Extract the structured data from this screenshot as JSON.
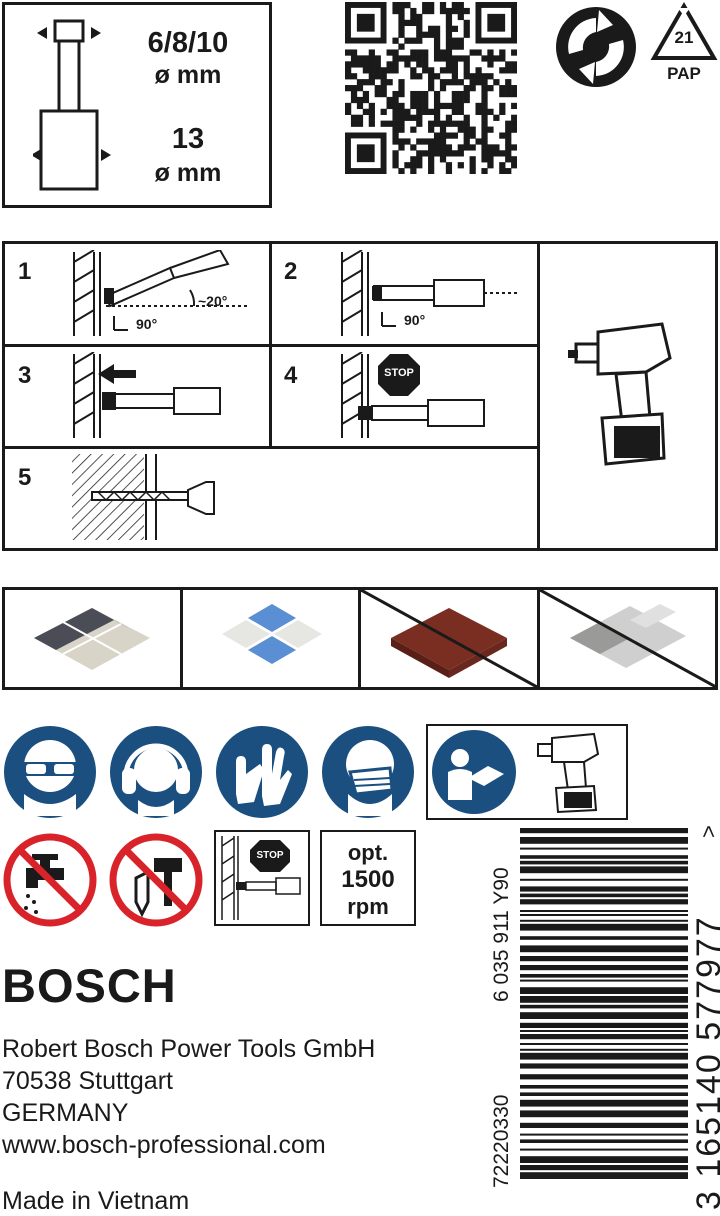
{
  "shank": {
    "sizes": "6/8/10",
    "sizes_unit": "ø mm",
    "diameter": "13",
    "diameter_unit": "ø mm"
  },
  "recycle": {
    "code": "21",
    "label": "PAP"
  },
  "steps": {
    "step1": {
      "num": "1",
      "angle": "~20°",
      "right_angle": "90°"
    },
    "step2": {
      "num": "2",
      "right_angle": "90°"
    },
    "step3": {
      "num": "3"
    },
    "step4": {
      "num": "4",
      "stop": "STOP"
    },
    "step5": {
      "num": "5"
    }
  },
  "small_stop": "STOP",
  "speed": {
    "line1": "opt.",
    "line2": "1500",
    "line3": "rpm"
  },
  "barcode": {
    "article_number": "6 035 911 Y90",
    "internal_code": "72220330",
    "ean": "3 165140 577977",
    "ean_marker": ">"
  },
  "brand": "BOSCH",
  "address": {
    "company": "Robert Bosch Power Tools GmbH",
    "city": "70538 Stuttgart",
    "country": "GERMANY",
    "website": "www.bosch-professional.com"
  },
  "origin": "Made in Vietnam",
  "colors": {
    "ink": "#1a1a1a",
    "mandatory_blue": "#1a4f80",
    "prohibition_red": "#d9232a",
    "stop_red": "#1a1a1a"
  }
}
